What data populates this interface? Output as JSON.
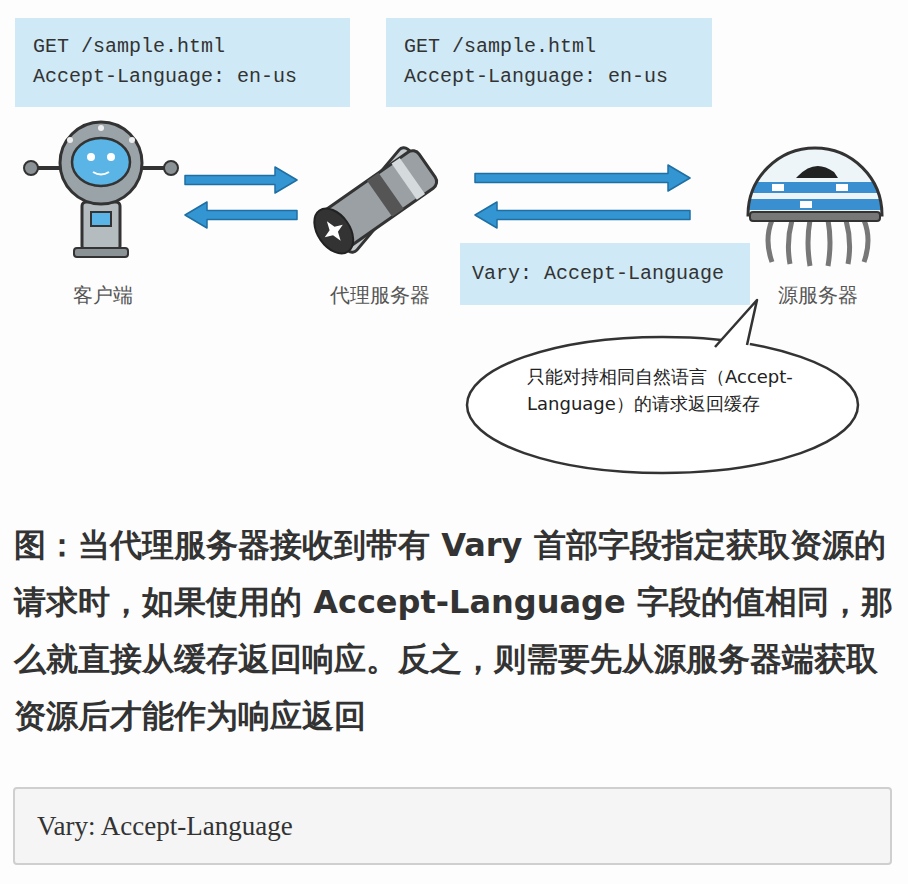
{
  "diagram": {
    "caption": "图：当代理服务器接收到带有 Vary 首部字段指定获取资源的请求时，如果使用的 Accept-Language 字段的值相同，那么就直接从缓存返回响应。反之，则需要先从源服务器端获取资源后才能作为响应返回",
    "nodes": [
      {
        "text": [
          "GET /sample.html",
          "Accept-Language: en-us"
        ]
      },
      {
        "text": [
          "GET /sample.html",
          "Accept-Language: en-us"
        ]
      },
      {
        "text": [
          "客户端"
        ]
      },
      {
        "text": [
          "代理服务器"
        ]
      },
      {
        "text": [
          "源服务器"
        ]
      },
      {
        "text": [
          "Vary: Accept-Language"
        ]
      },
      {
        "text": [
          "只能对持相同自然语言（Accept-Language）的请求返回缓存"
        ]
      },
      {
        "text": [
          "Vary: Accept-Language"
        ]
      }
    ],
    "edges": [
      {
        "from": 2,
        "to": 3,
        "arrow": "to"
      },
      {
        "from": 3,
        "to": 2,
        "arrow": "to"
      },
      {
        "from": 3,
        "to": 4,
        "arrow": "to"
      },
      {
        "from": 4,
        "to": 3,
        "arrow": "to"
      }
    ]
  }
}
